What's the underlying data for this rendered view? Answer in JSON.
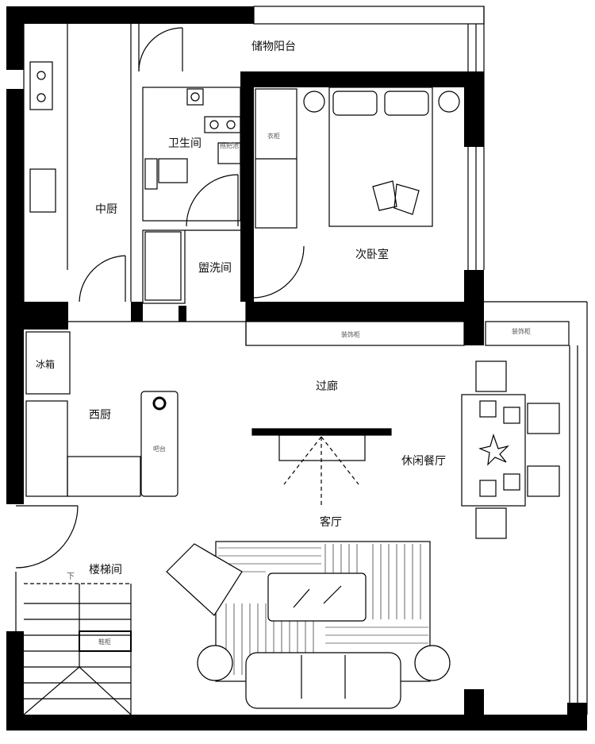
{
  "rooms": {
    "storage_balcony": "储物阳台",
    "bathroom": "卫生间",
    "chinese_kitchen": "中厨",
    "second_bedroom": "次卧室",
    "washroom": "盥洗间",
    "corridor": "过廊",
    "western_kitchen": "西厨",
    "leisure_dining": "休闲餐厅",
    "living_room": "客厅",
    "stairwell": "楼梯间"
  },
  "fixtures": {
    "wardrobe": "衣柜",
    "mop_sink": "拖把池",
    "fridge": "冰箱",
    "bar_counter": "吧台",
    "display_cabinet_1": "装饰柜",
    "display_cabinet_2": "装饰柜",
    "shoe_cabinet": "鞋柜",
    "stairs_down": "下"
  }
}
